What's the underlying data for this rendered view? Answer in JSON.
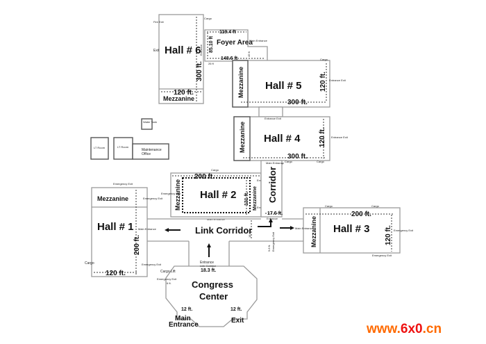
{
  "title": "Exhibition Center Floor Plan",
  "halls": {
    "hall6": {
      "name": "Hall # 6",
      "length": "300 ft.",
      "width": "120 ft.",
      "mezzanine": "Mezzanine",
      "exit": "Exit",
      "fire_exit": "Fire Exit",
      "entrance": "Entrance",
      "cargo": "Cargo"
    },
    "foyer": {
      "name": "Foyer Area",
      "top_width": "119.4 ft",
      "bottom_width": "148.6 ft",
      "depth": "85.10 ft",
      "side": "45 ft",
      "main_entrance": "Main Entrance",
      "entrance": "Entrance",
      "small_dim": "26 ft"
    },
    "hall5": {
      "name": "Hall # 5",
      "length": "300 ft.",
      "width": "120 ft.",
      "mezzanine": "Mezzanine",
      "cargo": "Cargo",
      "side_door": "Entrance Exit",
      "bottom_door": "Entrance"
    },
    "hall4": {
      "name": "Hall # 4",
      "length": "300 ft.",
      "width": "120 ft.",
      "mezzanine": "Mezzanine",
      "top_door": "Entrance Exit",
      "side_door": "Entrance Exit",
      "bottom_door": "Main Entrance",
      "cargo": "Cargo"
    },
    "hall2": {
      "name": "Hall # 2",
      "length": "200 ft.",
      "width": "131 ft.",
      "mezzanine_left": "Mezzanine",
      "mezzanine_right": "Mezzanine",
      "cargo": "Cargo",
      "emergency_exit": "Emergency Exit",
      "main_entrance": "Main Entrance"
    },
    "corridor": {
      "name": "Corridor",
      "width": "17.6 ft.",
      "main_entrance": "Main Entrance",
      "entrance": "Entrance",
      "emergency_exit": "Emergency Exit"
    },
    "hall1": {
      "name": "Hall # 1",
      "length": "200 ft.",
      "width": "120 ft.",
      "mezzanine": "Mezzanine",
      "cargo": "Cargo",
      "main_entrance": "Main Entrance",
      "emergency_exit": "Emergency Exit"
    },
    "hall3": {
      "name": "Hall # 3",
      "length": "200 ft.",
      "width": "120 ft.",
      "mezzanine": "Mezzanine",
      "cargo": "Cargo",
      "main_entrance": "Main Entrance",
      "emergency_exit": "Emergency Exit"
    },
    "link": {
      "name": "Link Corridor",
      "height": "18.6 ft.",
      "side": "9.8 ft.",
      "emergency_exit": "Emergency Exit"
    },
    "congress": {
      "name_line1": "Congress",
      "name_line2": "Center",
      "entrance": "Entrance",
      "entrance_sub": "Link Corridor",
      "entrance_width": "18.3 ft.",
      "cargo_lift": "Cargo Lift",
      "lift_size": "6 ft.",
      "emergency_exit": "Emergency Exit",
      "main_entrance_line1": "Main",
      "main_entrance_line2": "Entrance",
      "main_width": "12 ft.",
      "exit": "Exit",
      "exit_width": "12 ft."
    }
  },
  "outbuildings": {
    "water_tank": "Water Tank",
    "lt_room_1": "LT Room",
    "lt_room_2": "LT Room",
    "maintenance_line1": "Maintenance",
    "maintenance_line2": "Office"
  },
  "watermark": {
    "prefix": "www.",
    "brand": "6x0",
    "suffix": ".cn",
    "color_orange": "#ff6a00",
    "color_red": "#ee1111"
  }
}
